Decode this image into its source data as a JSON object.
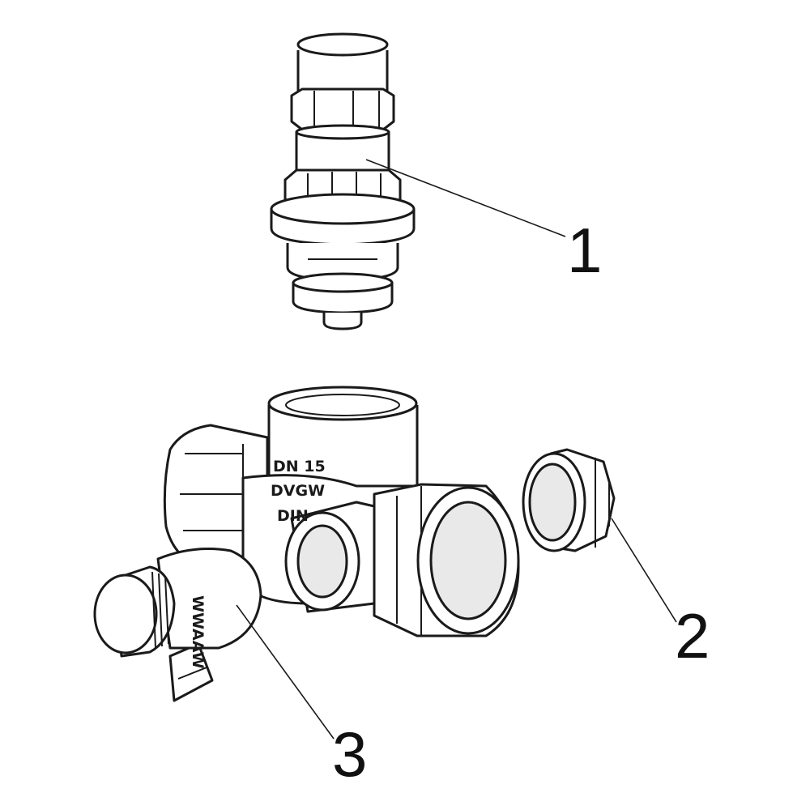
{
  "callouts": [
    {
      "number": "1"
    },
    {
      "number": "2"
    },
    {
      "number": "3"
    }
  ],
  "body_markings": [
    "DN 15",
    "DVGW",
    "DIN"
  ],
  "knurl_marking": "WWAAW",
  "colors": {
    "line": "#1a1a1a",
    "background": "#ffffff",
    "shade": "#e9e9e9"
  }
}
